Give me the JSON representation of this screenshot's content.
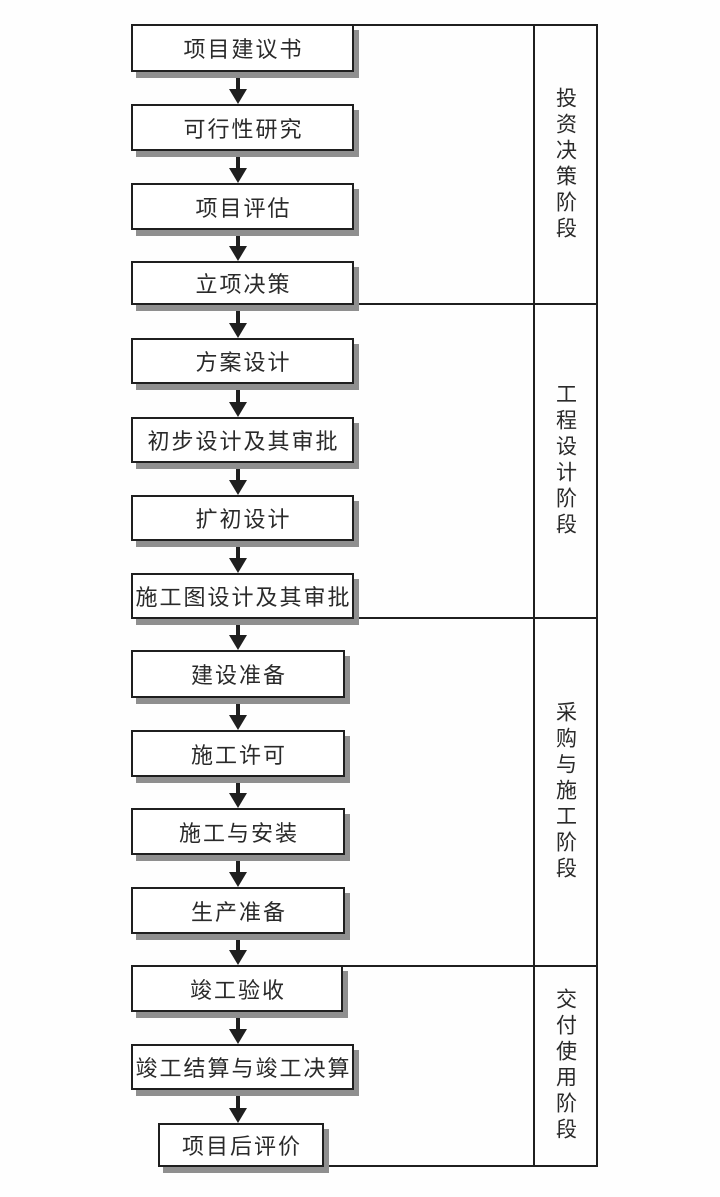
{
  "flowchart": {
    "steps": [
      {
        "label": "项目建议书"
      },
      {
        "label": "可行性研究"
      },
      {
        "label": "项目评估"
      },
      {
        "label": "立项决策"
      },
      {
        "label": "方案设计"
      },
      {
        "label": "初步设计及其审批"
      },
      {
        "label": "扩初设计"
      },
      {
        "label": "施工图设计及其审批"
      },
      {
        "label": "建设准备"
      },
      {
        "label": "施工许可"
      },
      {
        "label": "施工与安装"
      },
      {
        "label": "生产准备"
      },
      {
        "label": "竣工验收"
      },
      {
        "label": "竣工结算与竣工决算"
      },
      {
        "label": "项目后评价"
      }
    ]
  },
  "phases": [
    {
      "label": "投资决策阶段"
    },
    {
      "label": "工程设计阶段"
    },
    {
      "label": "采购与施工阶段"
    },
    {
      "label": "交付使用阶段"
    }
  ],
  "colors": {
    "border": "#1f1f1f",
    "shadow": "#8f8f8f",
    "text": "#2a2a2a",
    "background": "#fefefe"
  }
}
